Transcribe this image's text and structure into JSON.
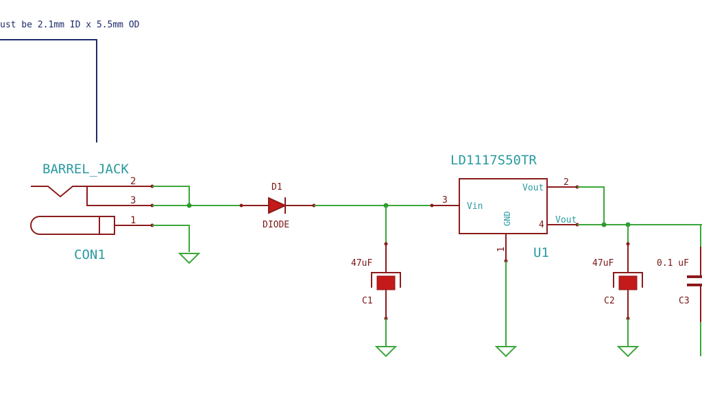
{
  "note": "ust be 2.1mm ID x 5.5mm OD",
  "barrel_jack": {
    "value": "BARREL_JACK",
    "ref": "CON1",
    "pins": [
      "2",
      "3",
      "1"
    ]
  },
  "diode": {
    "ref": "D1",
    "value": "DIODE"
  },
  "c1": {
    "value": "47uF",
    "ref": "C1"
  },
  "regulator": {
    "value": "LD1117S50TR",
    "ref": "U1",
    "pin_vin": "Vin",
    "pin_gnd": "GND",
    "pin_vout_top": "Vout",
    "pin_vout_right": "Vout",
    "pin3": "3",
    "pin1": "1",
    "pin2": "2",
    "pin4": "4"
  },
  "c2": {
    "value": "47uF",
    "ref": "C2"
  },
  "c3": {
    "value": "0.1 uF",
    "ref": "C3"
  },
  "colors": {
    "wire": "#3aa63a",
    "component": "#8b1a1a",
    "component_fill": "#c41a1a",
    "label": "#2a9aa0",
    "note": "#1d2a6b"
  }
}
